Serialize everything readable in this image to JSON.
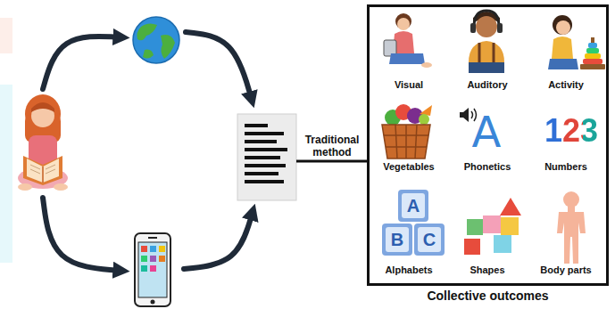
{
  "diagram": {
    "nodes": [
      {
        "text": [
          "Collective outcomes"
        ]
      },
      {
        "text": [
          "Visual"
        ],
        "in": 0
      },
      {
        "text": [
          "Auditory"
        ],
        "in": 0
      },
      {
        "text": [
          "Activity"
        ],
        "in": 0
      },
      {
        "text": [
          "Vegetables"
        ],
        "in": 0
      },
      {
        "text": [
          "Phonetics"
        ],
        "in": 0
      },
      {
        "text": [
          "Numbers"
        ],
        "in": 0
      },
      {
        "text": [
          "Alphabets"
        ],
        "in": 0
      },
      {
        "text": [
          "Shapes"
        ],
        "in": 0
      },
      {
        "text": [
          "Body parts"
        ],
        "in": 0
      }
    ],
    "labels": [
      "Traditional method",
      "A",
      "123",
      "A",
      "B",
      "C"
    ]
  }
}
